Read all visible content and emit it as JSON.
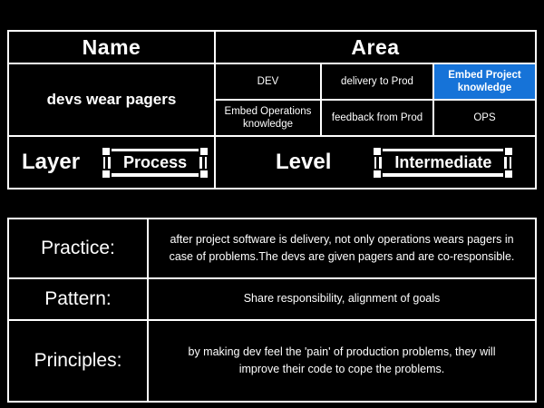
{
  "top_table": {
    "name_header": "Name",
    "area_header": "Area",
    "name_value": "devs wear pagers",
    "area_cells": [
      [
        "DEV",
        "delivery to Prod",
        "Embed Project knowledge"
      ],
      [
        "Embed Operations knowledge",
        "feedback from Prod",
        "OPS"
      ]
    ],
    "highlight_color": "#1673d8",
    "layer_label": "Layer",
    "layer_value": "Process",
    "level_label": "Level",
    "level_value": "Intermediate"
  },
  "details_table": {
    "rows": [
      {
        "label": "Practice:",
        "text": "after project software is delivery, not only operations wears pagers in case of problems.The devs are given pagers and are co-responsible."
      },
      {
        "label": "Pattern:",
        "text": "Share responsibility, alignment of goals"
      },
      {
        "label": "Principles:",
        "text": "by making dev feel the 'pain' of production problems, they will improve their code to cope the problems."
      }
    ]
  }
}
